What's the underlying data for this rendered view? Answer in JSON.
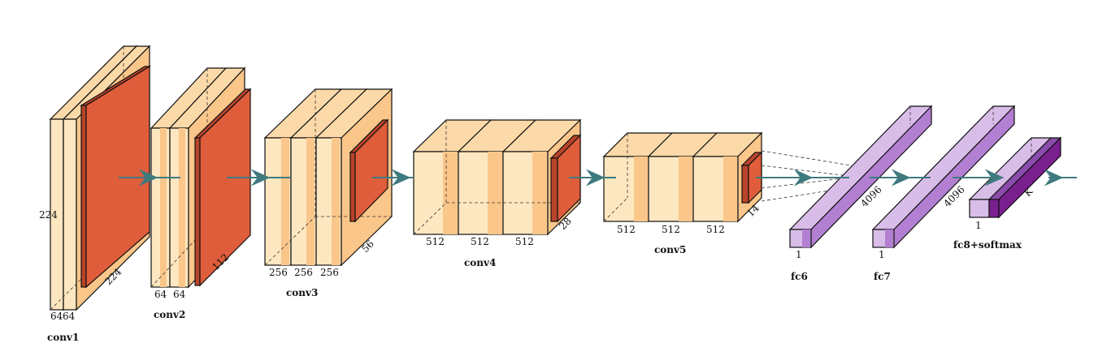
{
  "diagram": {
    "layers": [
      {
        "name": "conv1",
        "spatial": "224",
        "depth": "224",
        "channels": [
          "64",
          "64"
        ]
      },
      {
        "name": "conv2",
        "depth": "112",
        "channels": [
          "64",
          "64"
        ]
      },
      {
        "name": "conv3",
        "depth": "56",
        "channels": [
          "256",
          "256",
          "256"
        ]
      },
      {
        "name": "conv4",
        "depth": "28",
        "channels": [
          "512",
          "512",
          "512"
        ]
      },
      {
        "name": "conv5",
        "depth": "14",
        "channels": [
          "512",
          "512",
          "512"
        ]
      },
      {
        "name": "fc6",
        "width": "1",
        "length": "4096"
      },
      {
        "name": "fc7",
        "width": "1",
        "length": "4096"
      },
      {
        "name": "fc8+softmax",
        "width": "1",
        "length": "K"
      }
    ],
    "colors": {
      "conv_light": "#fde7c0",
      "conv_mid": "#fbc68a",
      "conv_top": "#fcd9a8",
      "pool": "#e05d3b",
      "pool_dark": "#b8442a",
      "fc_light": "#d9bde9",
      "fc_mid": "#b37fd2",
      "fc_dark": "#8a4bab",
      "softmax": "#7a1f8f",
      "arrow": "#3f7a7f"
    }
  }
}
